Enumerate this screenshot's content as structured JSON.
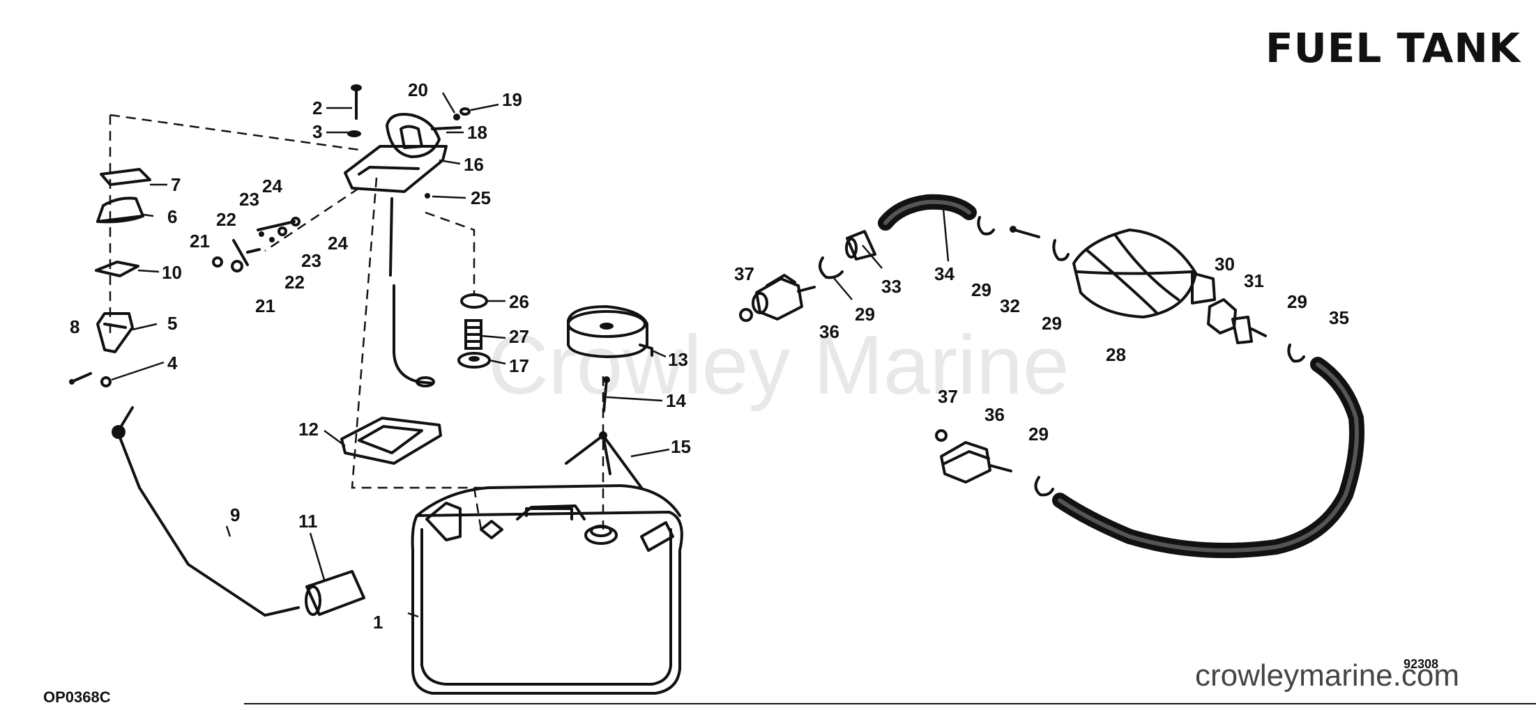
{
  "diagram": {
    "title": "FUEL TANK",
    "watermark": "Crowley Marine",
    "drawing_code": "OP0368C",
    "reference_number": "92308",
    "website": "crowleymarine.com",
    "ink_color": "#111111",
    "watermark_color": "#e8e8e8",
    "callouts": {
      "c1": "1",
      "c2": "2",
      "c3": "3",
      "c4": "4",
      "c5": "5",
      "c6": "6",
      "c7": "7",
      "c8": "8",
      "c9": "9",
      "c10": "10",
      "c11": "11",
      "c12": "12",
      "c13": "13",
      "c14": "14",
      "c15": "15",
      "c16": "16",
      "c17": "17",
      "c18": "18",
      "c19": "19",
      "c20": "20",
      "c21a": "21",
      "c21b": "21",
      "c22a": "22",
      "c22b": "22",
      "c23a": "23",
      "c23b": "23",
      "c24a": "24",
      "c24b": "24",
      "c25": "25",
      "c26": "26",
      "c27": "27",
      "c28": "28",
      "c29a": "29",
      "c29b": "29",
      "c29c": "29",
      "c29d": "29",
      "c29e": "29",
      "c30": "30",
      "c31": "31",
      "c32": "32",
      "c33": "33",
      "c34": "34",
      "c35": "35",
      "c36a": "36",
      "c36b": "36",
      "c37a": "37",
      "c37b": "37"
    }
  }
}
